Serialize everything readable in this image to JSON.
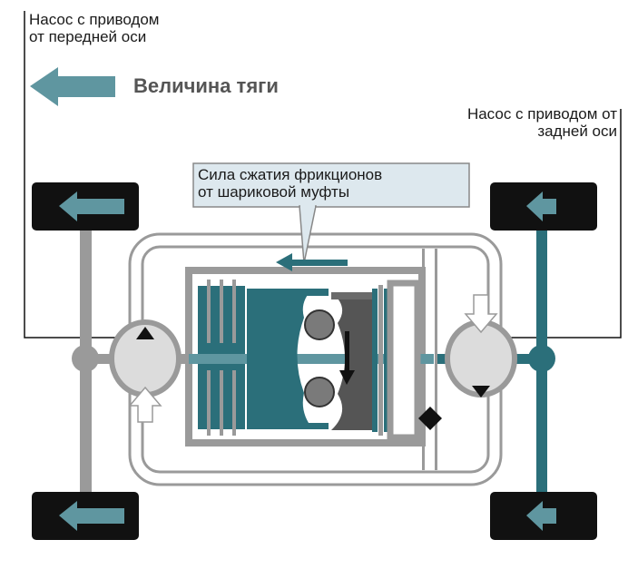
{
  "labels": {
    "front_pump": [
      "Насос с приводом",
      "от передней оси"
    ],
    "rear_pump": [
      "Насос с приводом от",
      "задней оси"
    ],
    "thrust": "Величина тяги",
    "clutch_force": [
      "Сила сжатия фрикционов",
      "от шариковой муфты"
    ]
  },
  "colors": {
    "teal": "#2b6f7a",
    "light_teal": "#5f96a0",
    "gray": "#9a9a9a",
    "dark_gray": "#555555",
    "black": "#111111",
    "callout_bg": "#dde8ee"
  }
}
